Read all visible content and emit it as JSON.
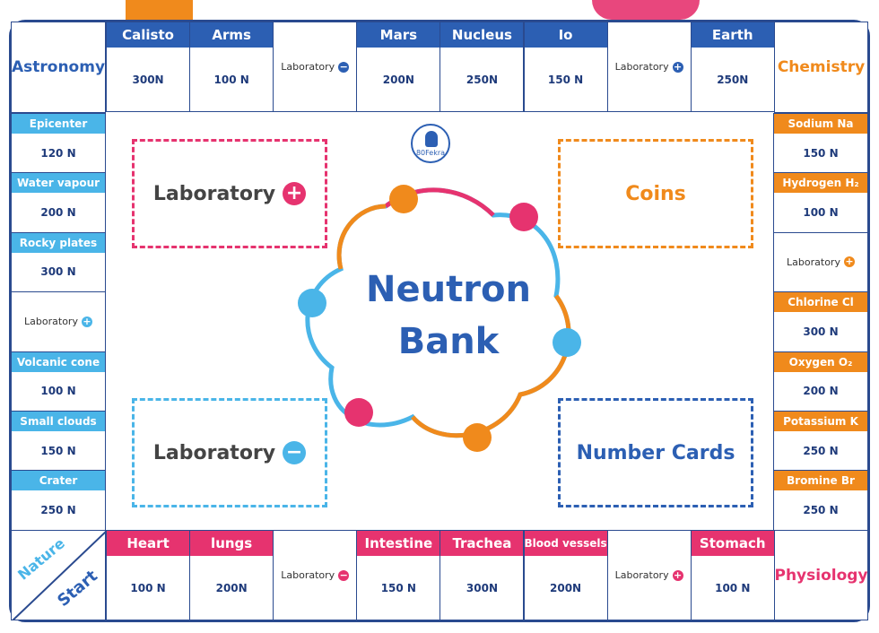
{
  "colors": {
    "blue": "#2a4a8f",
    "midblue": "#2c5fb3",
    "cyan": "#4ab5e8",
    "pink": "#e6336f",
    "orange": "#f08a1c"
  },
  "top_row": [
    {
      "label": "Calisto",
      "value": "300N"
    },
    {
      "label": "Arms",
      "value": "100 N"
    },
    {
      "label": "Laboratory",
      "value": ""
    },
    {
      "label": "Mars",
      "value": "200N"
    },
    {
      "label": "Nucleus",
      "value": "250N"
    },
    {
      "label": "Io",
      "value": "150 N"
    },
    {
      "label": "Laboratory",
      "value": ""
    },
    {
      "label": "Earth",
      "value": "250N"
    }
  ],
  "bottom_row": [
    {
      "label": "Heart",
      "value": "100 N"
    },
    {
      "label": "lungs",
      "value": "200N"
    },
    {
      "label": "Laboratory",
      "value": ""
    },
    {
      "label": "Intestine",
      "value": "150 N"
    },
    {
      "label": "Trachea",
      "value": "300N"
    },
    {
      "label": "Blood vessels",
      "value": "200N"
    },
    {
      "label": "Laboratory",
      "value": ""
    },
    {
      "label": "Stomach",
      "value": "100 N"
    }
  ],
  "left_col": [
    {
      "label": "Epicenter",
      "value": "120 N"
    },
    {
      "label": "Water vapour",
      "value": "200 N"
    },
    {
      "label": "Rocky plates",
      "value": "300 N"
    },
    {
      "label": "Laboratory",
      "value": ""
    },
    {
      "label": "Volcanic cone",
      "value": "100 N"
    },
    {
      "label": "Small clouds",
      "value": "150 N"
    },
    {
      "label": "Crater",
      "value": "250 N"
    }
  ],
  "right_col": [
    {
      "label": "Sodium Na",
      "value": "150 N"
    },
    {
      "label": "Hydrogen H₂",
      "value": "100 N"
    },
    {
      "label": "Laboratory",
      "value": ""
    },
    {
      "label": "Chlorine Cl",
      "value": "300 N"
    },
    {
      "label": "Oxygen O₂",
      "value": "200 N"
    },
    {
      "label": "Potassium K",
      "value": "250 N"
    },
    {
      "label": "Bromine Br",
      "value": "250 N"
    }
  ],
  "corners": {
    "top_left": "Astronomy",
    "top_right": "Chemistry",
    "bottom_right": "Physiology",
    "start_a": "Nature",
    "start_b": "Start"
  },
  "center": {
    "line1": "Neutron",
    "line2": "Bank",
    "logo": "80Fekra"
  },
  "boxes": {
    "lab_plus": "Laboratory",
    "coins": "Coins",
    "lab_minus": "Laboratory",
    "cards": "Number Cards"
  },
  "icons": {
    "plus": "+",
    "minus": "−"
  }
}
